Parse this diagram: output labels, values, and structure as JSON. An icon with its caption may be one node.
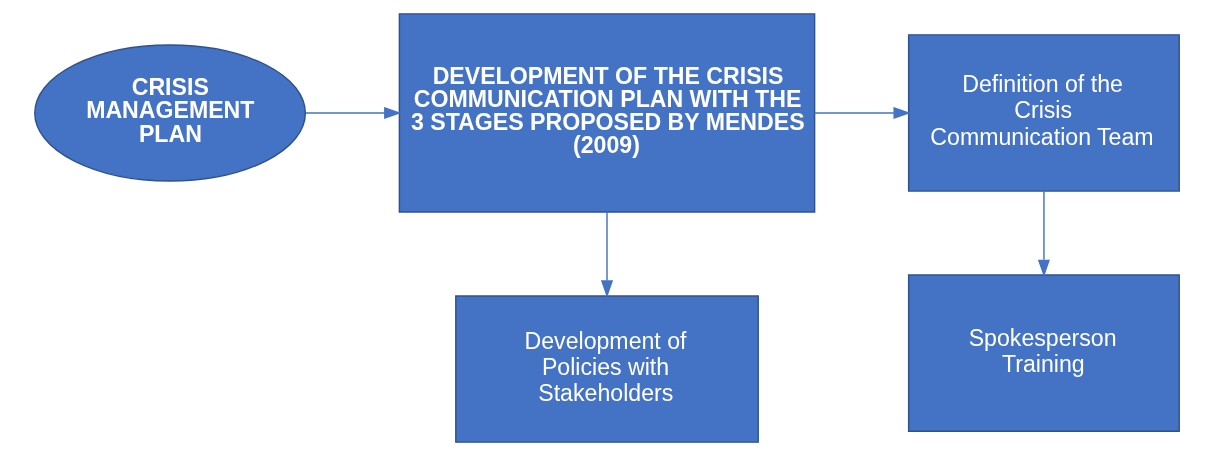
{
  "diagram": {
    "nodes": [
      {
        "text": [
          "CRISIS MANAGEMENT PLAN"
        ]
      },
      {
        "text": [
          "DEVELOPMENT OF THE CRISIS COMMUNICATION PLAN WITH THE 3 STAGES PROPOSED BY MENDES (2009)"
        ]
      },
      {
        "text": [
          "Definition of the Crisis Communication Team"
        ]
      },
      {
        "text": [
          "Development of Policies with Stakeholders"
        ]
      },
      {
        "text": [
          "Spokesperson Training"
        ]
      }
    ],
    "edges": [
      {
        "from": 0,
        "to": 1,
        "arrow": "to"
      },
      {
        "from": 1,
        "to": 2,
        "arrow": "to"
      },
      {
        "from": 1,
        "to": 3,
        "arrow": "to"
      },
      {
        "from": 2,
        "to": 4,
        "arrow": "to"
      }
    ]
  }
}
